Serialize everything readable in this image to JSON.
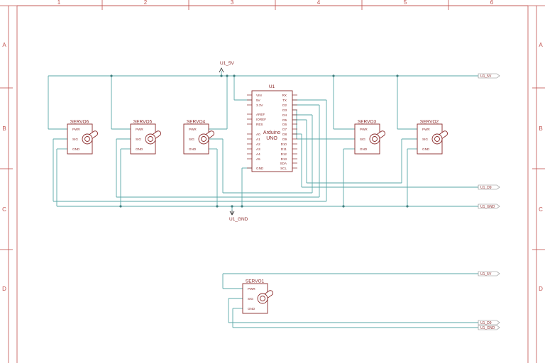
{
  "colors": {
    "frame": "#c0504d",
    "wire": "#5aa7a7",
    "part": "#8b2b2b",
    "part_text": "#8b2b2b",
    "net_text": "#8b2b2b"
  },
  "frame": {
    "columns": [
      "1",
      "2",
      "3",
      "4",
      "5",
      "6"
    ],
    "rows": [
      "A",
      "B",
      "C",
      "D"
    ]
  },
  "net_labels": {
    "v5_top": "U1_5V",
    "gnd_mid": "U1_GND",
    "v5_port_top": "U1_5V",
    "d9_port": "U1_D9",
    "gnd_port": "U1_GND",
    "v5_port_bottom": "U1_5V",
    "d9_port_bottom": "U1_D9",
    "gnd_port_bottom": "U1_GND"
  },
  "arduino": {
    "ref": "U1",
    "name_line1": "Arduino",
    "name_line2": "UNO",
    "left_pins": [
      "VIN",
      "5V",
      "3.3V",
      "AREF",
      "IOREF",
      "RES",
      "A0",
      "A1",
      "A2",
      "A3",
      "A4",
      "A5",
      "GND"
    ],
    "right_pins": [
      "RX",
      "TX",
      "D2",
      "D3",
      "D4",
      "D5",
      "D6",
      "D7",
      "D8",
      "D9",
      "D10",
      "D11",
      "D12",
      "D13",
      "SDA",
      "SCL"
    ]
  },
  "servos": [
    {
      "ref": "SERVO6",
      "pins": [
        "PWR",
        "SIG",
        "GND"
      ]
    },
    {
      "ref": "SERVO5",
      "pins": [
        "PWR",
        "SIG",
        "GND"
      ]
    },
    {
      "ref": "SERVO4",
      "pins": [
        "PWR",
        "SIG",
        "GND"
      ]
    },
    {
      "ref": "SERVO3",
      "pins": [
        "PWR",
        "SIG",
        "GND"
      ]
    },
    {
      "ref": "SERVO2",
      "pins": [
        "PWR",
        "SIG",
        "GND"
      ]
    },
    {
      "ref": "SERVO1",
      "pins": [
        "PWR",
        "SIG",
        "GND"
      ]
    }
  ]
}
